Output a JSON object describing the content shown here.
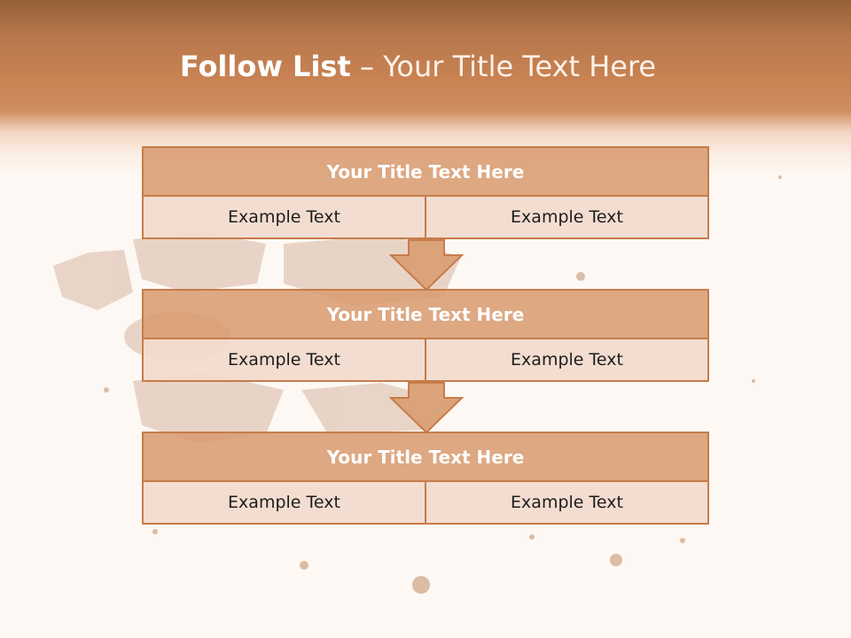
{
  "slide": {
    "title_bold": "Follow List",
    "title_separator": " – ",
    "title_rest": "Your Title Text Here"
  },
  "steps": [
    {
      "title": "Your Title Text Here",
      "left": "Example Text",
      "right": "Example Text"
    },
    {
      "title": "Your Title Text Here",
      "left": "Example Text",
      "right": "Example Text"
    },
    {
      "title": "Your Title Text Here",
      "left": "Example Text",
      "right": "Example Text"
    }
  ],
  "colors": {
    "header_top": "#956039",
    "header_bottom": "#d08d61",
    "title_fill": "#d89c72",
    "cell_fill": "#f2dacc",
    "border": "#c77c4a"
  }
}
